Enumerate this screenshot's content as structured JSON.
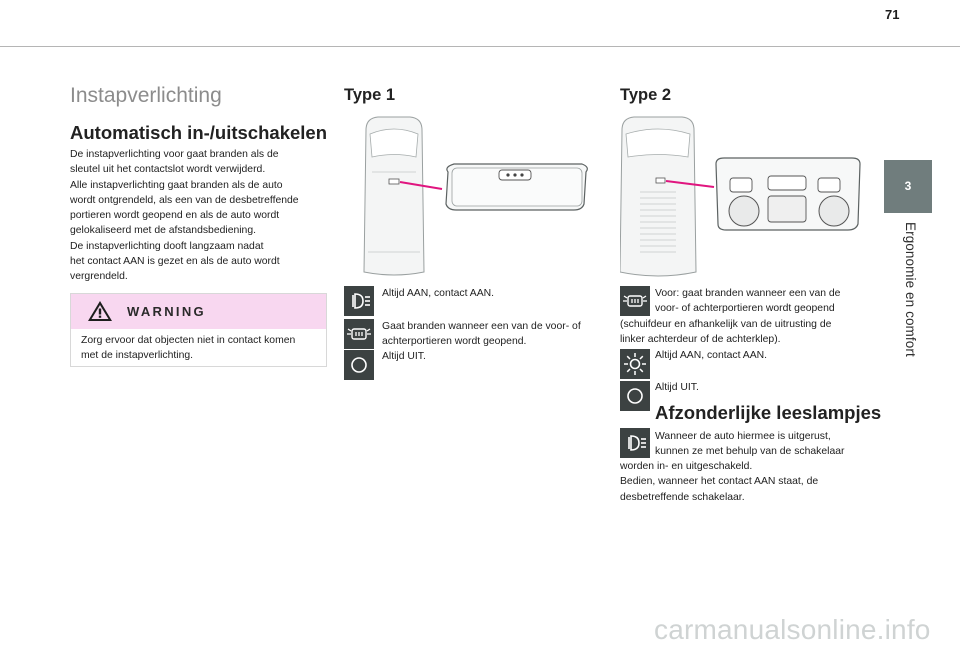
{
  "page": {
    "number": "71"
  },
  "side_tab": {
    "chapter_number": "3",
    "chapter_title": "Ergonomie en comfort"
  },
  "left": {
    "section_title": "Instapverlichting",
    "subtitle": "Automatisch in-/uitschakelen",
    "body": "De instapverlichting voor gaat branden als de\nsleutel uit het contactslot wordt verwijderd.\nAlle instapverlichting gaat branden als de auto\nwordt ontgrendeld, als een van de desbetreffende\nportieren wordt geopend en als de auto wordt\ngelokaliseerd met de afstandsbediening.\nDe instapverlichting dooft langzaam nadat\nhet contact AAN is gezet en als de auto wordt\nvergrendeld.",
    "warning": {
      "title": "WARNING",
      "text": "Zorg ervoor dat objecten niet in contact komen\nmet de instapverlichting."
    }
  },
  "type1": {
    "heading": "Type 1",
    "items": [
      {
        "icon": "headlight-icon",
        "text": "Altijd AAN, contact AAN."
      },
      {
        "icon": "door-light-icon",
        "text": "Gaat branden wanneer een van de voor- of\nachterportieren wordt geopend."
      },
      {
        "icon": "circle-off-icon",
        "text": "Altijd UIT."
      }
    ]
  },
  "type2": {
    "heading": "Type 2",
    "items": [
      {
        "icon": "door-light-icon",
        "text_indented": "Voor: gaat branden wanneer een van de\nvoor- of achterportieren wordt geopend",
        "text_full": "(schuifdeur en afhankelijk van de uitrusting de\nlinker achterdeur of de achterklep)."
      },
      {
        "icon": "sun-icon",
        "text": "Altijd AAN, contact AAN."
      },
      {
        "icon": "circle-off-icon",
        "text": "Altijd UIT."
      }
    ],
    "subheading": "Afzonderlijke leeslampjes",
    "reading": {
      "icon": "headlight-icon",
      "text_indented": "Wanneer de auto hiermee is uitgerust,\nkunnen ze met behulp van de schakelaar",
      "text_full": "worden in- en uitgeschakeld.\nBedien, wanneer het contact AAN staat, de\ndesbetreffende schakelaar."
    }
  },
  "watermark": "carmanualsonline.info",
  "colors": {
    "warning_bg": "#f8d7f0",
    "tab_bg": "#707d7d",
    "icon_bg": "#3c4242",
    "pointer": "#e0157f"
  }
}
